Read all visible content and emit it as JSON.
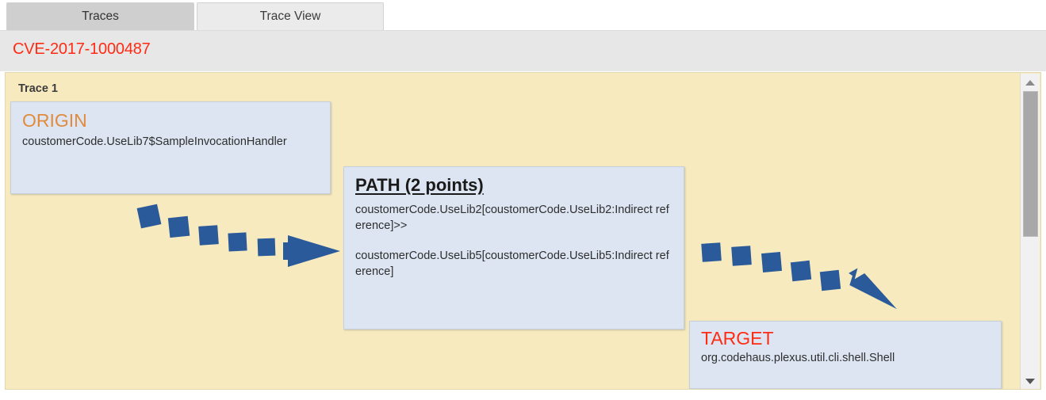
{
  "tabs": [
    {
      "id": "traces",
      "label": "Traces",
      "active": false
    },
    {
      "id": "trace-view",
      "label": "Trace View",
      "active": true
    }
  ],
  "header": {
    "cve_id": "CVE-2017-1000487",
    "cve_color": "#ff2b14"
  },
  "panel": {
    "trace_label": "Trace 1",
    "background_color": "#f7eabf",
    "node_background_color": "#dde5f2"
  },
  "nodes": {
    "origin": {
      "title": "ORIGIN",
      "title_color": "#e08b3e",
      "body": "coustomerCode.UseLib7$SampleInvocationHandler"
    },
    "path": {
      "title": "PATH (2 points)",
      "title_color": "#1a1a1a",
      "point_1": "coustomerCode.UseLib2[coustomerCode.UseLib2:Indirect reference]>>",
      "point_2": "coustomerCode.UseLib5[coustomerCode.UseLib5:Indirect reference]"
    },
    "target": {
      "title": "TARGET",
      "title_color": "#fd2c14",
      "body": "org.codehaus.plexus.util.cli.shell.Shell"
    }
  },
  "arrows": {
    "color": "#2b5a9b",
    "origin_to_path": "dashed-arrow-right-down",
    "path_to_target": "dashed-arrow-right-down"
  },
  "scrollbar": {
    "up_icon": "triangle-up-icon",
    "down_icon": "triangle-down-icon",
    "thumb": "scroll-thumb"
  }
}
